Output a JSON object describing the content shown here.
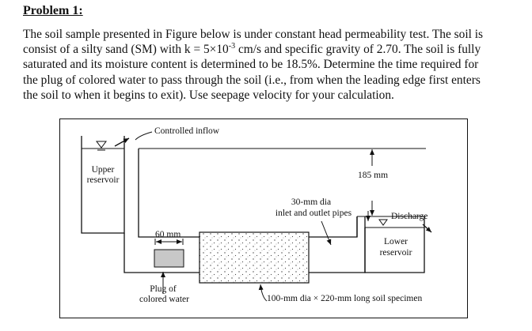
{
  "problem": {
    "heading": "Problem 1:",
    "lines": [
      "The soil sample presented in Figure below is under constant head permeability test.  The soil is",
      "consist of a silty sand (SM) with k = 5×10",
      "-3",
      " cm/s and specific gravity of 2.70.  The soil is fully",
      "saturated and its moisture content is determined to be 18.5%.  Determine the time required for",
      "the plug of colored water to pass through the soil (i.e., from when the leading edge first enters",
      "the soil to when it begins to exit).  Use seepage velocity for your calculation."
    ]
  },
  "figure": {
    "labels": {
      "controlled_inflow": "Controlled inflow",
      "upper_reservoir_1": "Upper",
      "upper_reservoir_2": "reservoir",
      "head_185": "185 mm",
      "pipes_1": "30-mm dia",
      "pipes_2": "inlet and outlet pipes",
      "discharge": "Discharge",
      "lower_reservoir_1": "Lower",
      "lower_reservoir_2": "reservoir",
      "plug_width": "60 mm",
      "plug_1": "Plug of",
      "plug_2": "colored water",
      "specimen": "100-mm dia × 220-mm long soil specimen"
    }
  }
}
